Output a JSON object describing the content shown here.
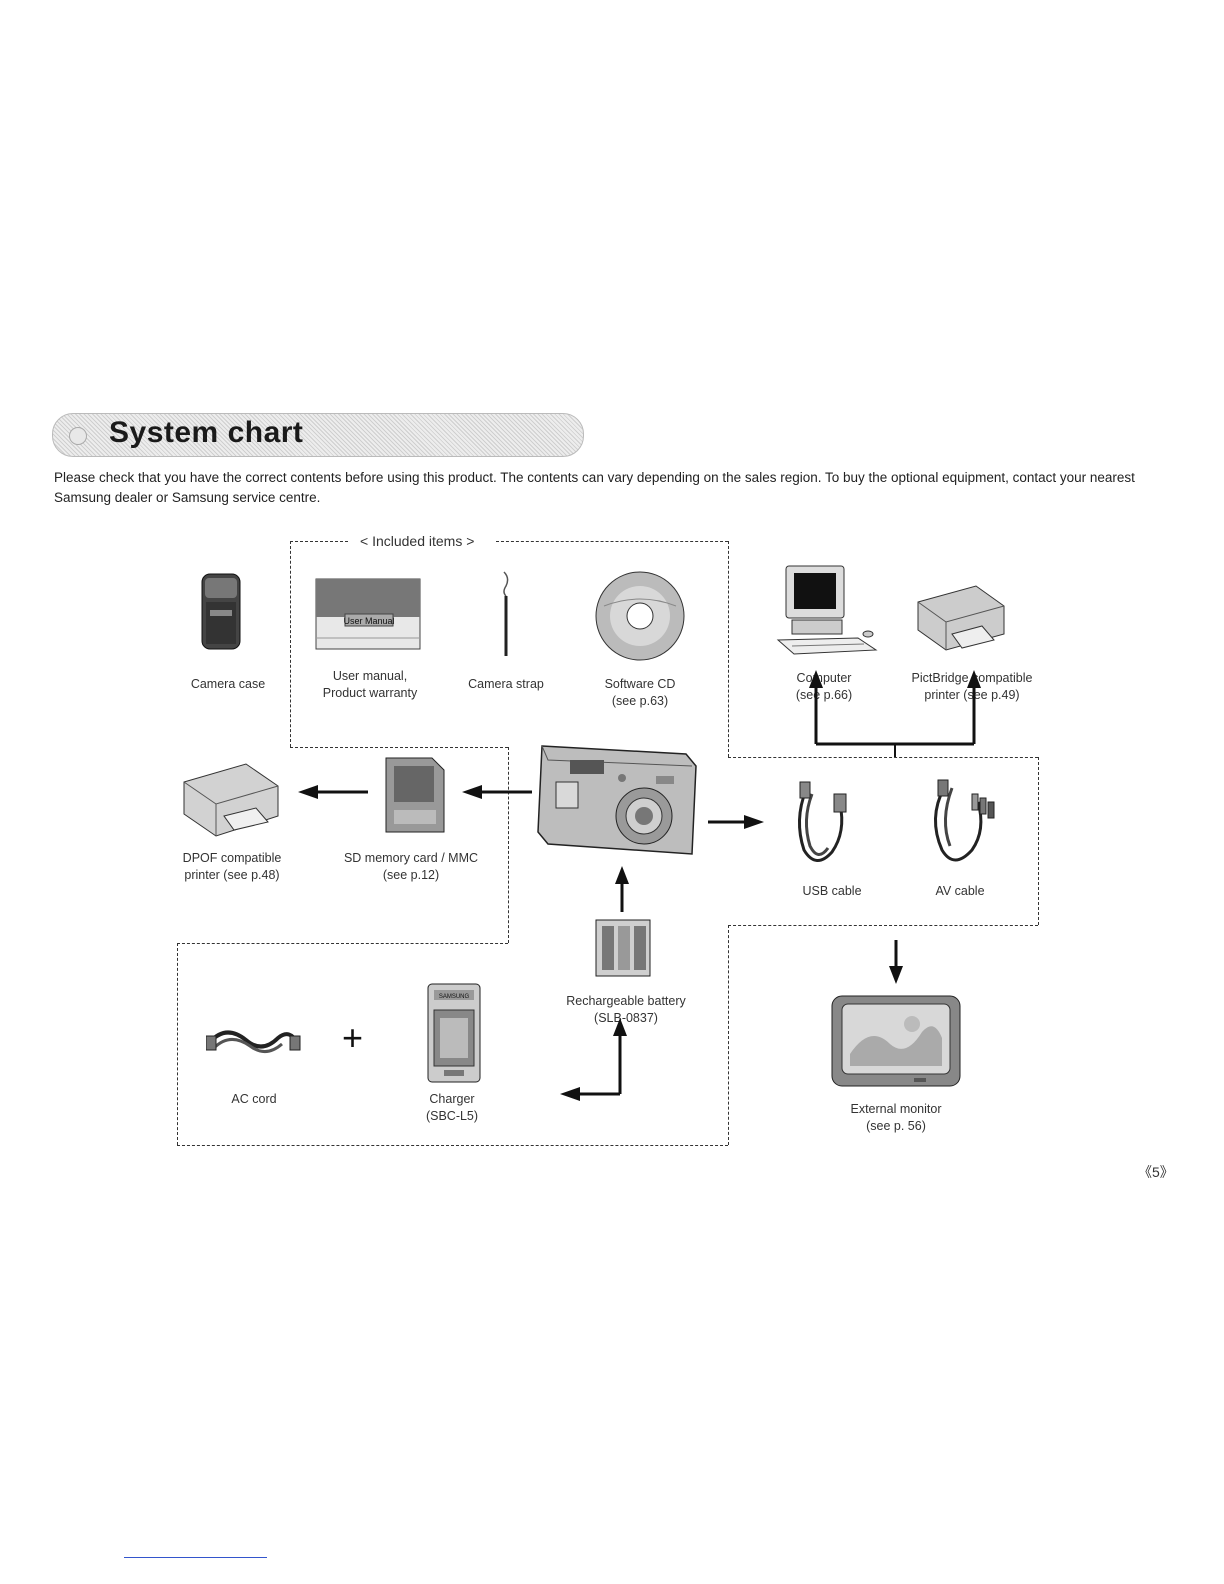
{
  "header": {
    "title": "System chart"
  },
  "intro": "Please check that you have the correct contents before using this product. The contents can vary depending on the sales region. To buy the optional equipment, contact your nearest Samsung dealer or Samsung service centre.",
  "included_items_label": "< Included items >",
  "items": {
    "camera_case": [
      "Camera case"
    ],
    "user_manual": [
      "User manual,",
      "Product warranty"
    ],
    "camera_strap": [
      "Camera strap"
    ],
    "software_cd": [
      "Software CD",
      "(see p.63)"
    ],
    "computer": [
      "Computer",
      "(see p.66)"
    ],
    "pictbridge_printer": [
      "PictBridge compatible",
      "printer (see p.49)"
    ],
    "dpof_printer": [
      "DPOF compatible",
      "printer (see p.48)"
    ],
    "sd_card": [
      "SD memory card / MMC",
      "(see p.12)"
    ],
    "usb_cable": [
      "USB cable"
    ],
    "av_cable": [
      "AV cable"
    ],
    "battery": [
      "Rechargeable battery",
      "(SLB-0837)"
    ],
    "ac_cord": [
      "AC cord"
    ],
    "charger": [
      "Charger",
      "(SBC-L5)"
    ],
    "external_monitor": [
      "External monitor",
      "(see p. 56)"
    ]
  },
  "manual_cover_text": "User Manual",
  "charger_brand": "SAMSUNG",
  "plus_sign": "+",
  "page_number": "《5》"
}
